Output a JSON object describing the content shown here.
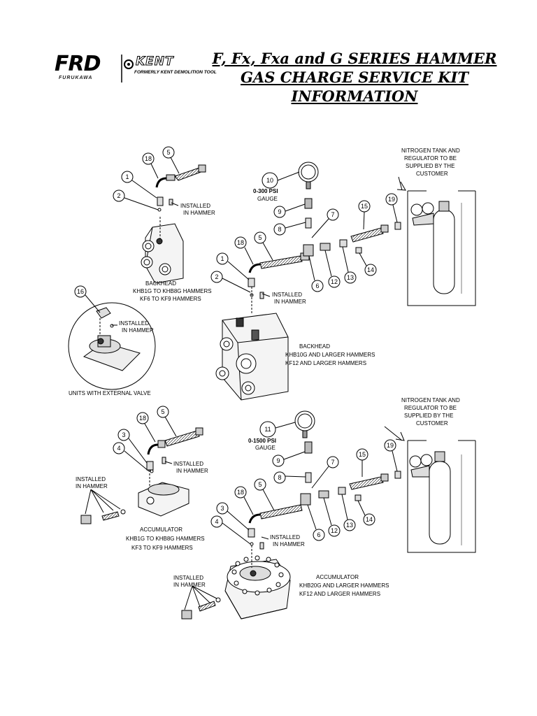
{
  "header": {
    "logo_frd": "FRD",
    "logo_frd_sub": "FURUKAWA",
    "logo_kent": "KENT",
    "logo_kent_sub": "FORMERLY KENT DEMOLITION TOOL",
    "title_line1": "F, Fx, Fxa and G SERIES HAMMER",
    "title_line2": "GAS CHARGE SERVICE KIT",
    "title_line3": "INFORMATION"
  },
  "labels": {
    "nitrogen_top_1": "NITROGEN TANK AND",
    "nitrogen_top_2": "REGULATOR TO BE",
    "nitrogen_top_3": "SUPPLIED BY THE",
    "nitrogen_top_4": "CUSTOMER",
    "gauge_300_1": "0-300 PSI",
    "gauge_300_2": "GAUGE",
    "gauge_1500_1": "0-1500 PSI",
    "gauge_1500_2": "GAUGE",
    "installed_1": "INSTALLED",
    "installed_2": "IN HAMMER",
    "backhead_small_1": "BACKHEAD",
    "backhead_small_2": "KHB1G TO KHB8G HAMMERS",
    "backhead_small_3": "KF6 TO KF9 HAMMERS",
    "backhead_large_1": "BACKHEAD",
    "backhead_large_2": "KHB10G AND LARGER HAMMERS",
    "backhead_large_3": "KF12 AND LARGER HAMMERS",
    "external_valve": "UNITS WITH EXTERNAL VALVE",
    "accum_small_1": "ACCUMULATOR",
    "accum_small_2": "KHB1G TO KHB8G HAMMERS",
    "accum_small_3": "KF3 TO KF9 HAMMERS",
    "accum_large_1": "ACCUMULATOR",
    "accum_large_2": "KHB20G AND LARGER HAMMERS",
    "accum_large_3": "KF12 AND LARGER HAMMERS"
  },
  "callouts": {
    "c1": "1",
    "c2": "2",
    "c3": "3",
    "c4": "4",
    "c5": "5",
    "c6": "6",
    "c7": "7",
    "c8": "8",
    "c9": "9",
    "c10": "10",
    "c11": "11",
    "c12": "12",
    "c13": "13",
    "c14": "14",
    "c15": "15",
    "c16": "16",
    "c18": "18",
    "c19": "19"
  }
}
